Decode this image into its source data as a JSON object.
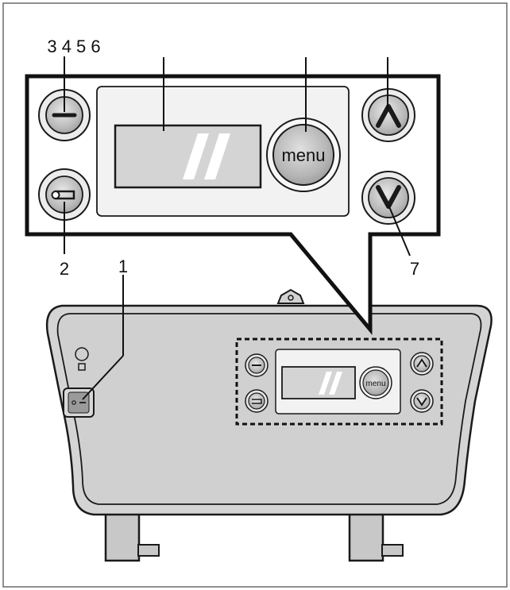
{
  "figure": {
    "menu_button_label": "menu",
    "callouts": {
      "label_3456": "3 4 5 6",
      "label_2": "2",
      "label_1": "1",
      "label_7": "7"
    }
  },
  "colors": {
    "line": "#1a1a1a",
    "button_fill": "#bcbcbc",
    "button_ring": "#e6e6e6",
    "display_fill": "#d4d4d4",
    "housing_fill": "#d2d2d2",
    "housing_inner": "#cfcfcf",
    "bezel_fill": "#f2f2f2"
  },
  "icons": [
    "minus-icon",
    "back-icon",
    "up-chevron-icon",
    "down-chevron-icon",
    "power-switch-icon",
    "lamp-icon"
  ]
}
